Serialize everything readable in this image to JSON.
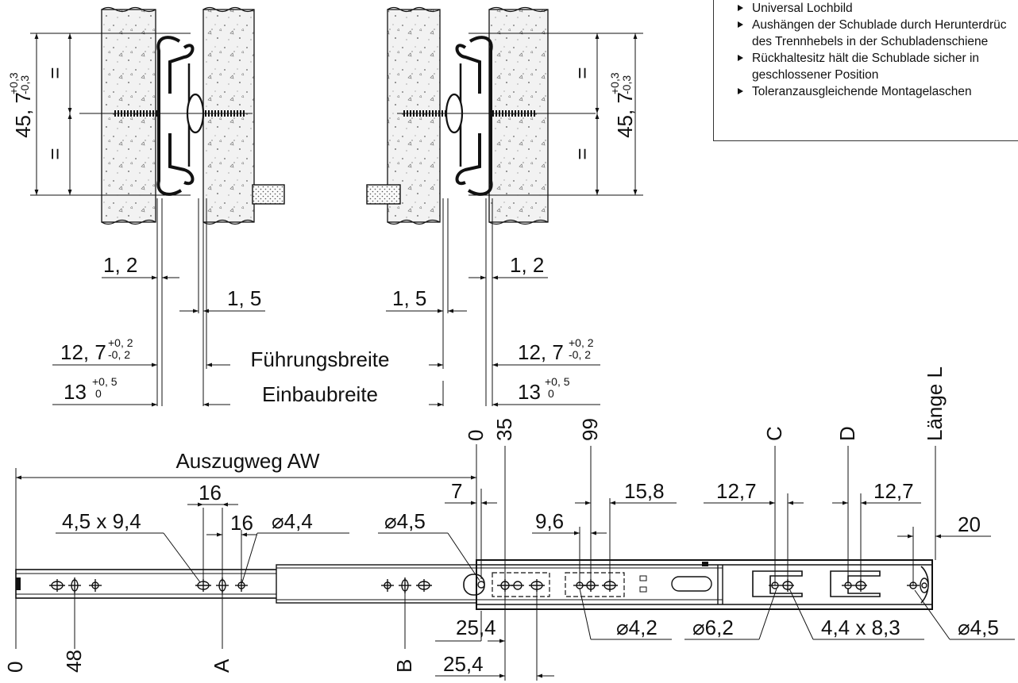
{
  "features": [
    {
      "lines": [
        "Universal Lochbild"
      ]
    },
    {
      "lines": [
        "Aushängen der Schublade durch Herunterdrüc",
        "des Trennhebels in der Schubladenschiene"
      ]
    },
    {
      "lines": [
        "Rückhaltesitz hält die Schublade sicher in",
        "geschlossener Position"
      ]
    },
    {
      "lines": [
        "Toleranzausgleichende Montagelaschen"
      ]
    }
  ],
  "section_left": {
    "height_dim": "45, 7",
    "height_tol_upper": "+0,3",
    "height_tol_lower": "-0,3",
    "equal_mark": "="
  },
  "section_right": {
    "height_dim": "45, 7",
    "height_tol_upper": "+0,3",
    "height_tol_lower": "-0,3",
    "equal_mark": "="
  },
  "widths": {
    "gap_1": "1, 2",
    "gap_2": "1, 5",
    "guide_width": "12, 7",
    "guide_tol_upper": "+0, 2",
    "guide_tol_lower": "-0, 2",
    "guide_label": "Führungsbreite",
    "mount_width": "13",
    "mount_tol_upper": "+0, 5",
    "mount_tol_lower": "0",
    "mount_label": "Einbaubreite"
  },
  "rail": {
    "travel_label": "Auszugweg AW",
    "dim_16_a": "16",
    "dim_16_b": "16",
    "slot_1": "4,5 x 9,4",
    "hole_44": "⌀4,4",
    "hole_45_a": "⌀4,5",
    "dim_7": "7",
    "dim_96": "9,6",
    "dim_158": "15,8",
    "dim_127_c": "12,7",
    "dim_127_d": "12,7",
    "dim_20": "20",
    "top_0": "0",
    "top_35": "35",
    "top_99": "99",
    "top_c": "C",
    "top_d": "D",
    "top_length": "Länge L",
    "dim_254_a": "25,4",
    "dim_254_b": "25,4",
    "hole_42": "⌀4,2",
    "hole_62": "⌀6,2",
    "slot_2": "4,4 x 8,3",
    "hole_45_b": "⌀4,5",
    "bottom_0": "0",
    "bottom_48": "48",
    "bottom_a": "A",
    "bottom_b": "B"
  }
}
